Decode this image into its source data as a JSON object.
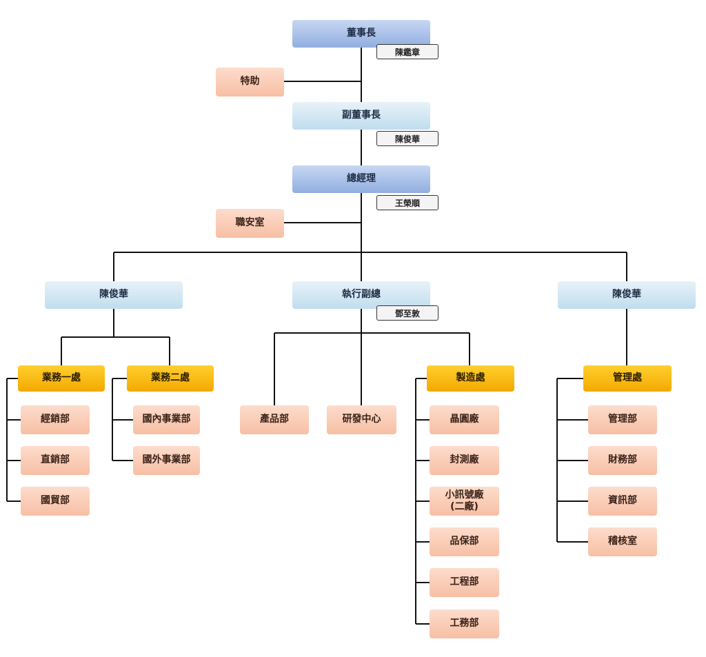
{
  "chairman": {
    "title": "董事長",
    "name": "陳鑑章"
  },
  "special_assistant": "特助",
  "vice_chairman": {
    "title": "副董事長",
    "name": "陳俊華"
  },
  "general_manager": {
    "title": "總經理",
    "name": "王榮順"
  },
  "safety_office": "職安室",
  "left_head": "陳俊華",
  "exec_vp": {
    "title": "執行副總",
    "name": "鄧至敦"
  },
  "right_head": "陳俊華",
  "sales1": {
    "title": "業務一處",
    "items": [
      "經銷部",
      "直銷部",
      "國貿部"
    ]
  },
  "sales2": {
    "title": "業務二處",
    "items": [
      "國內事業部",
      "國外事業部"
    ]
  },
  "product_dept": "產品部",
  "rd_center": "研發中心",
  "manufacturing": {
    "title": "製造處",
    "items": [
      "晶圓廠",
      "封測廠",
      "小訊號廠\n(二廠)",
      "品保部",
      "工程部",
      "工務部"
    ]
  },
  "management": {
    "title": "管理處",
    "items": [
      "管理部",
      "財務部",
      "資訊部",
      "稽核室"
    ]
  }
}
